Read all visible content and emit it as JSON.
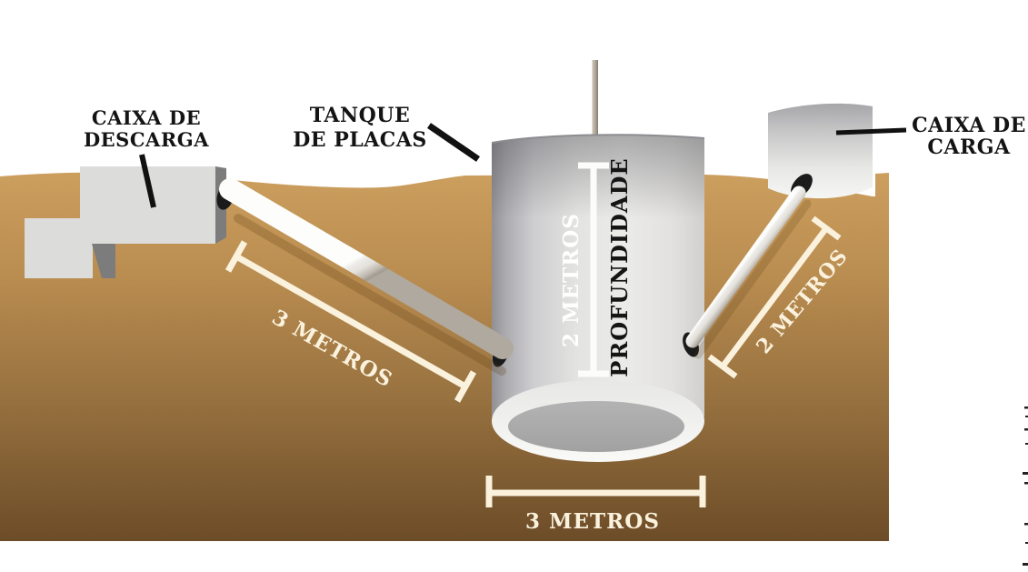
{
  "figure": {
    "description": "Seccao de instalacao de tanque de placas (biodigestor) com caixas e tubulacoes",
    "callouts": {
      "discharge_box": {
        "line1": "CAIXA DE",
        "line2": "DESCARGA"
      },
      "plate_tank": {
        "line1": "TANQUE",
        "line2": "DE PLACAS"
      },
      "load_box": {
        "line1": "CAIXA DE",
        "line2": "CARGA"
      }
    },
    "dimensions": {
      "inlet_pipe_length": "3 METROS",
      "tank_depth_value": "2 METROS",
      "tank_depth_label": "PROFUNDIDADE",
      "outlet_pipe_length": "2 METROS",
      "tank_width": "3 METROS"
    },
    "colors": {
      "background": "#FFFFFF",
      "ground_top": "#CDA05F",
      "ground_bottom": "#6C4C28",
      "concrete_light": "#DCDCDA",
      "concrete_shadow": "#7C7C7C",
      "tank_body_mid": "#EBEBE9",
      "pipe_opening": "#1B1B1B",
      "dimension_line": "#FBF2DE",
      "depth_text_white": "#FFFFFF",
      "label_text": "#141414"
    }
  }
}
